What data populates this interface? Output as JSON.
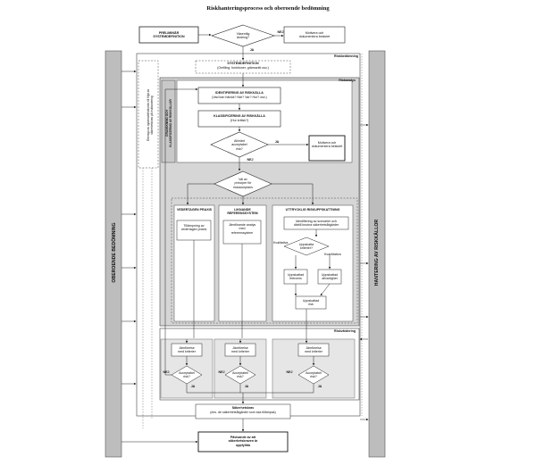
{
  "title": "Riskhanteringsprocess och oberoende bedömning",
  "side_labels": {
    "left": "OBEROENDE BEDÖMNING",
    "right": "HANTERING AV RISKKÄLLOR"
  },
  "top": {
    "preliminary": "PRELIMINÄR\nSYSTEMDEFINITION",
    "significant_change": "Väsentlig\nändring?",
    "no": "NEJ",
    "yes": "JA",
    "motivate": "Motivera och\ndokumentera beslutet"
  },
  "sections": {
    "riskbedomning": "Riskbedömning",
    "riskanalys": "Riskanalys",
    "riskvardering": "Riskvärdering"
  },
  "system_definition": {
    "heading": "SYSTEMDEFINITION",
    "text": "(Omfång, funktioner, gränssnitt osv.)"
  },
  "left_notes": {
    "verification": "Översyn av systemdefinitionen till följd av\nsäkerhetskrav på riskhantering",
    "classification_review": "GRANSKNING OCH\nKLASSIFICERING AV RISKKÄLLOR"
  },
  "analysis": {
    "identification_heading": "IDENTIFIERING AV RISKKÄLLA",
    "identification_text": "(Vad kan hända? När? Var? Hur? osv.)",
    "classification_heading": "KLASSIFICERING AV RISKKÄLLA",
    "classification_text": "(Hur kritisk?)",
    "acceptable_question": "Allmänt\nacceptabel\nrisk?",
    "yes": "JA",
    "no": "NEJ",
    "motivate": "Motivera och\ndokumentera beslutet"
  },
  "principle": {
    "question": "Val av\nprinciper för\nriskacceptans",
    "col1_heading": "VEDERTAGEN PRAXIS",
    "col1_text": "Tillämpning av\nvedertagen praxis",
    "col2_heading": "LIKNANDE\nREFERENSSYSTEM",
    "col2_text": "Jämförande analys\nmed\nreferenssystem",
    "col3_heading": "UTTRYCKLIG RISKUPPSKATTNING",
    "col3_text": "Identifiering av scenarier och\ndärtill knutna säkerhetsåtgärder",
    "quant_question": "Uppskatta\nkriterier?",
    "qualitative": "Kvalitativa",
    "quantitative": "Kvantitativa",
    "frequency": "Uppskattad\nfrekvens",
    "severity": "Uppskattad\nallvarlighet",
    "estimated_risk": "Uppskattad\nrisk"
  },
  "evaluation": {
    "compare_label": "Jämförelse\nmed kriterier",
    "acceptable_label": "Acceptabel\nrisk?",
    "yes": "JA",
    "no": "NEJ"
  },
  "bottom": {
    "safety_requirements": "Säkerhetskrav",
    "safety_requirements_text": "(dvs. de säkerhetsåtgärder som ska tillämpas)",
    "demonstration": "Påvisande av att\nsäkerhetskraven är\nuppfyllda"
  }
}
